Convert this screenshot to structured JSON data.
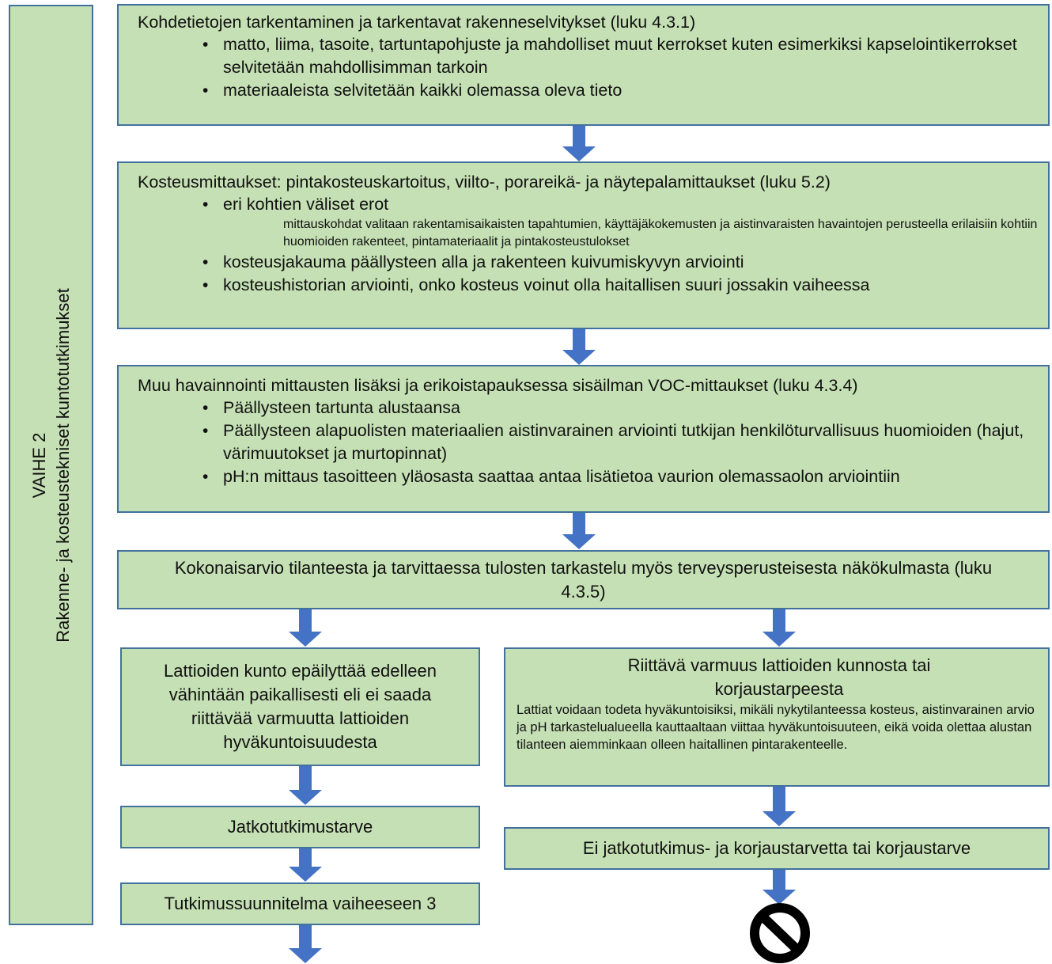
{
  "colors": {
    "box_fill": "#c5e0b4",
    "box_border": "#41719c",
    "arrow": "#4472c4"
  },
  "sidebar": {
    "line1": "VAIHE 2",
    "line2": "Rakenne- ja kosteustekniset kuntotutkimukset"
  },
  "box1": {
    "title": "Kohdetietojen tarkentaminen ja tarkentavat rakenneselvitykset (luku 4.3.1)",
    "bullets": [
      "matto, liima, tasoite, tartuntapohjuste ja mahdolliset muut kerrokset kuten esimerkiksi kapselointikerrokset selvitetään mahdollisimman tarkoin",
      "materiaaleista selvitetään kaikki olemassa oleva tieto"
    ]
  },
  "box2": {
    "title": "Kosteusmittaukset: pintakosteuskartoitus, viilto-, porareikä- ja näytepalamittaukset (luku 5.2)",
    "bullet1": "eri kohtien väliset erot",
    "note": "mittauskohdat valitaan rakentamisaikaisten tapahtumien, käyttäjäkokemusten ja aistinvaraisten havaintojen perusteella erilaisiin kohtiin huomioiden rakenteet, pintamateriaalit ja pintakosteustulokset",
    "bullet2": "kosteusjakauma päällysteen alla ja rakenteen kuivumiskyvyn arviointi",
    "bullet3": "kosteushistorian arviointi, onko kosteus voinut olla haitallisen suuri jossakin vaiheessa"
  },
  "box3": {
    "title": "Muu havainnointi mittausten lisäksi ja erikoistapauksessa sisäilman VOC-mittaukset (luku 4.3.4)",
    "bullets": [
      "Päällysteen tartunta alustaansa",
      "Päällysteen alapuolisten materiaalien aistinvarainen arviointi tutkijan henkilöturvallisuus huomioiden (hajut, värimuutokset ja murtopinnat)",
      "pH:n mittaus tasoitteen yläosasta saattaa antaa lisätietoa vaurion olemassaolon arviointiin"
    ]
  },
  "box4": {
    "text": "Kokonaisarvio tilanteesta ja tarvittaessa tulosten tarkastelu myös terveysperusteisesta näkökulmasta (luku 4.3.5)"
  },
  "left": {
    "doubt": "Lattioiden kunto epäilyttää edelleen vähintään paikallisesti eli ei saada riittävää varmuutta lattioiden hyväkuntoisuudesta",
    "further": "Jatkotutkimustarve",
    "plan": "Tutkimussuunnitelma vaiheeseen 3"
  },
  "right": {
    "title": "Riittävä varmuus lattioiden kunnosta tai korjaustarpeesta",
    "detail": "Lattiat voidaan todeta hyväkuntoisiksi, mikäli nykytilanteessa kosteus, aistinvarainen arvio ja pH tarkastelualueella kauttaaltaan viittaa hyväkuntoisuuteen, eikä voida olettaa alustan tilanteen aiemminkaan olleen haitallinen pintarakenteelle.",
    "result": "Ei jatkotutkimus- ja korjaustarvetta tai korjaustarve"
  },
  "stop": {
    "icon": "no-entry-icon"
  }
}
